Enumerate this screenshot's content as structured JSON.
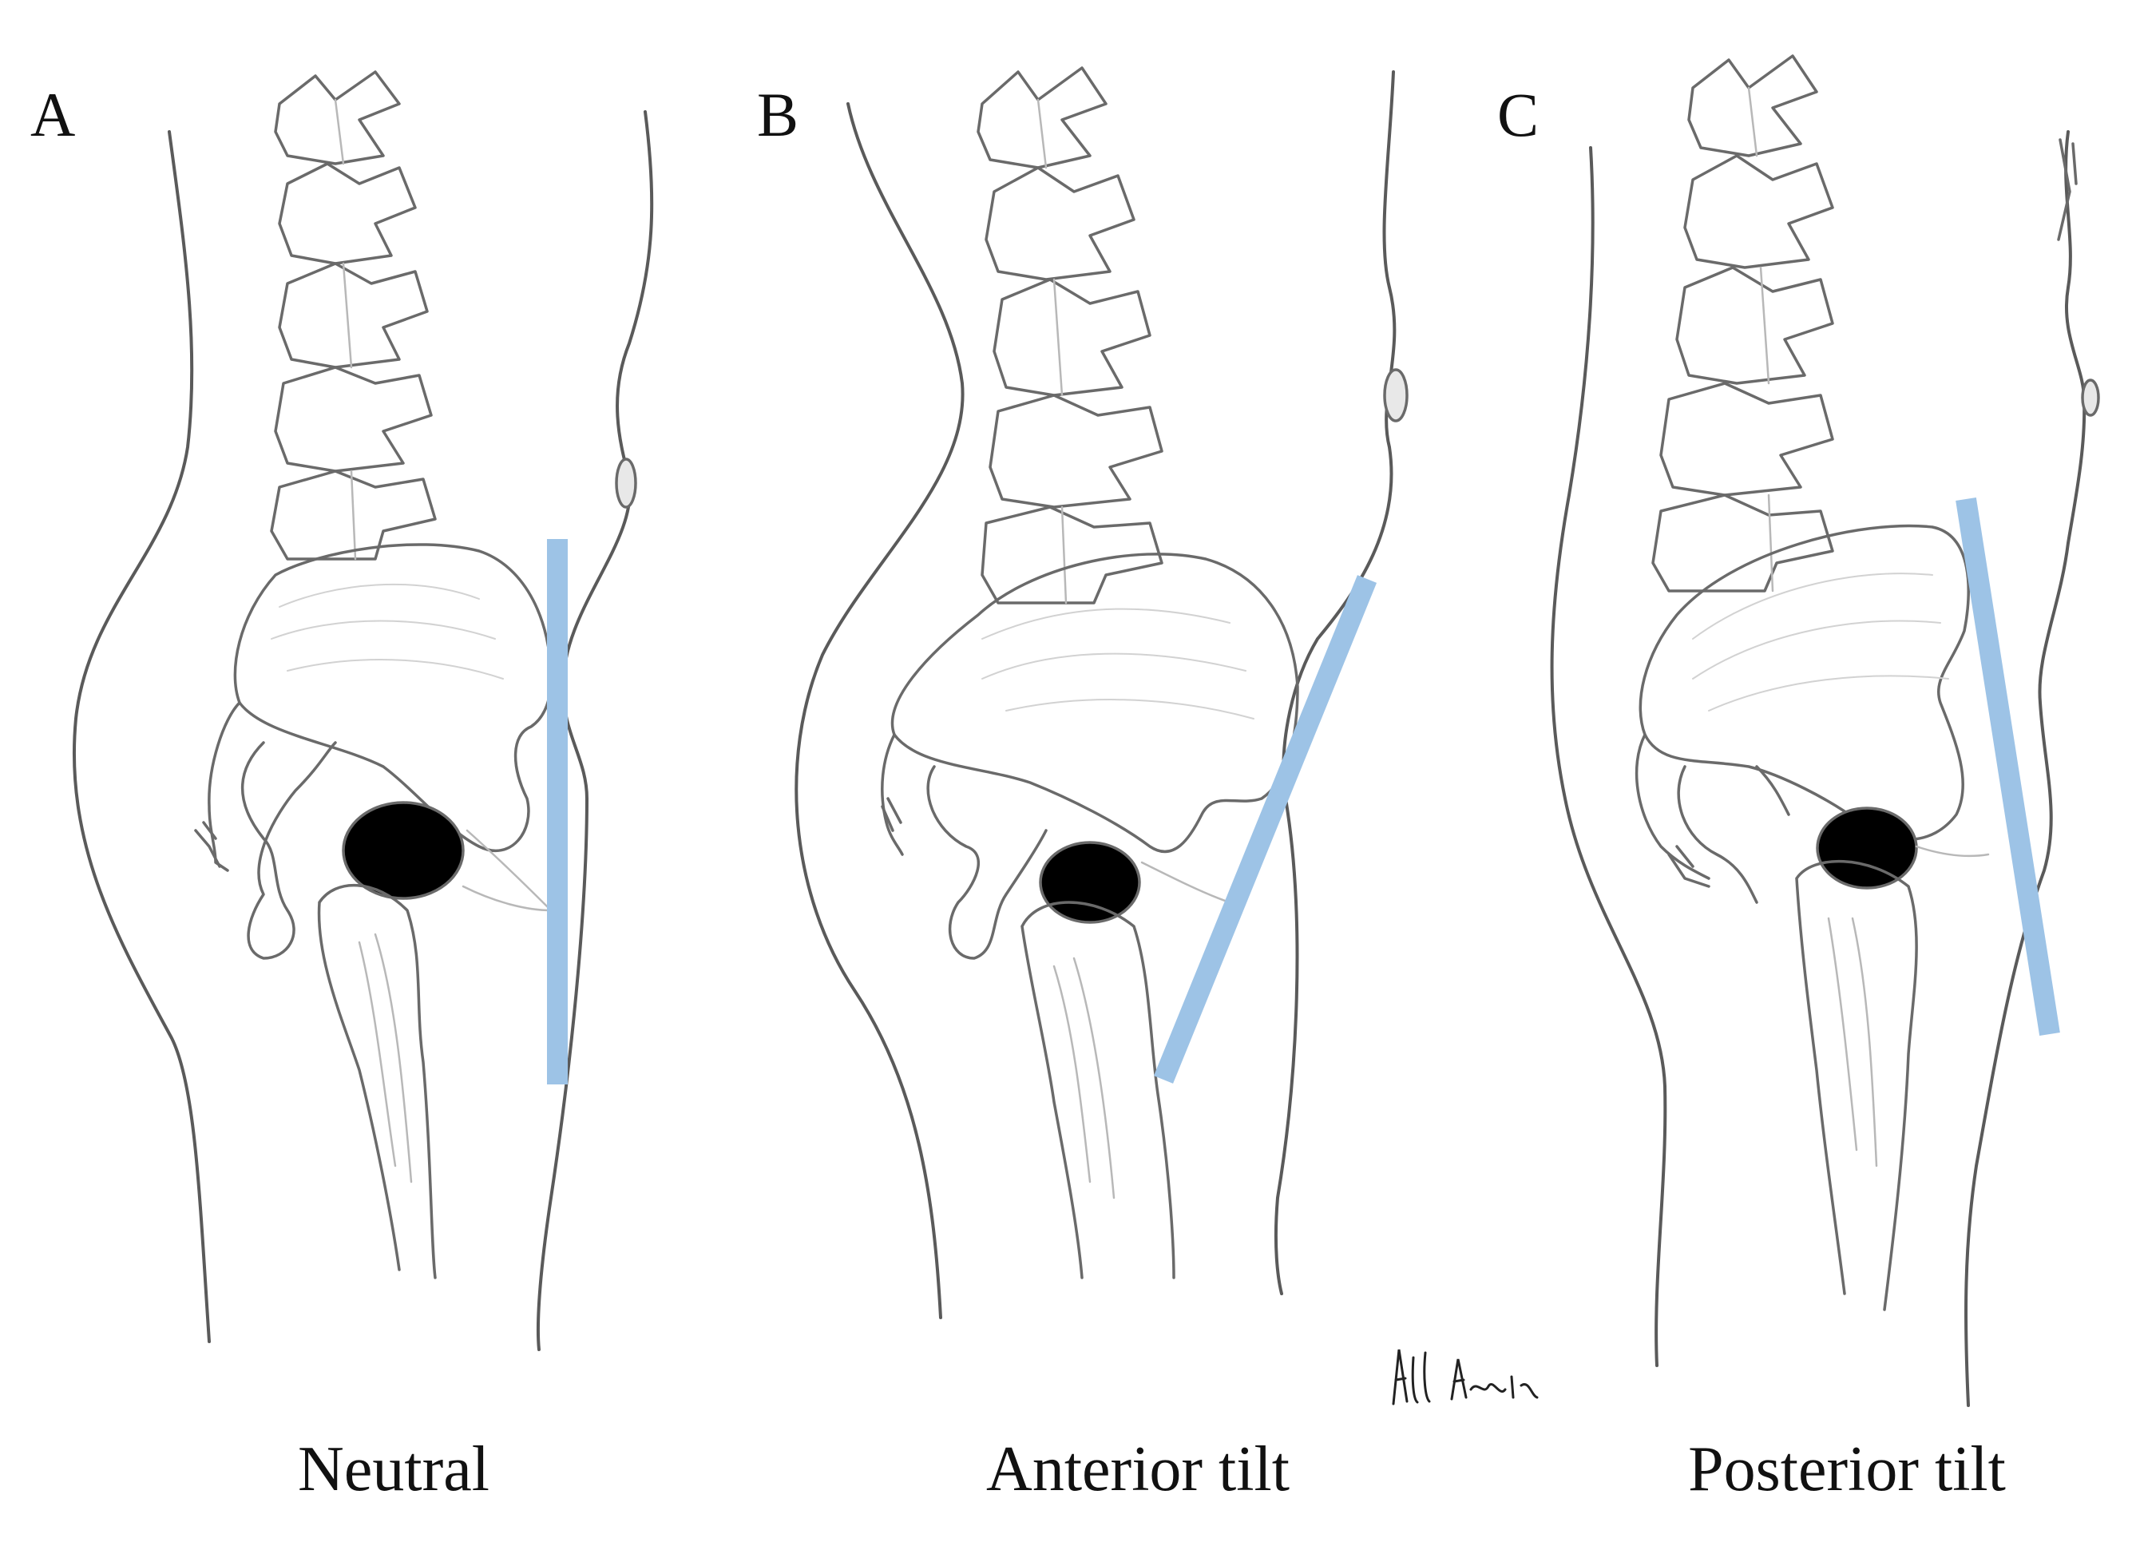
{
  "panels": [
    {
      "letter": "A",
      "caption": "Neutral"
    },
    {
      "letter": "B",
      "caption": "Anterior tilt"
    },
    {
      "letter": "C",
      "caption": "Posterior tilt"
    }
  ],
  "colors": {
    "tilt_line": "#9dc3e6",
    "pencil": "#5a5a5a",
    "background": "#ffffff"
  },
  "signature_text": "Adl Amin"
}
